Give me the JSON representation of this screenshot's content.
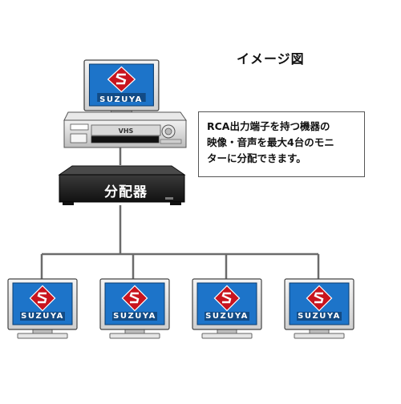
{
  "title": "イメージ図",
  "callout": {
    "line1": "RCA出力端子を持つ機器の",
    "line2": "映像・音声を最大4台のモニ",
    "line3": "ターに分配できます。"
  },
  "splitter_label": "分配器",
  "vcr_label": "VHS",
  "brand": "SUZUYA",
  "monitor_count": 4,
  "colors": {
    "screen_blue": "#1d74c9",
    "logo_red": "#c8141e",
    "splitter_black": "#1a1a1a",
    "line_gray": "#6b6b6b"
  }
}
